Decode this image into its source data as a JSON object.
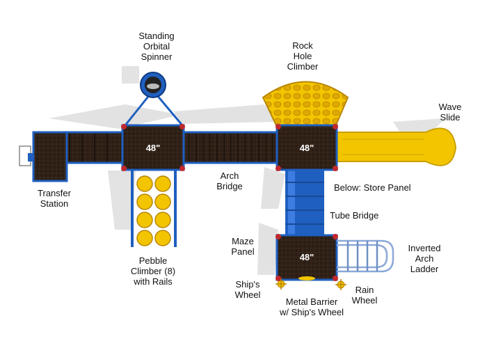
{
  "deck_height_label": "48\"",
  "labels": {
    "spinner": "Standing\nOrbital\nSpinner",
    "rock_climber": "Rock\nHole\nClimber",
    "wave_slide": "Wave\nSlide",
    "transfer_station": "Transfer\nStation",
    "arch_bridge": "Arch\nBridge",
    "store_panel": "Below: Store Panel",
    "tube_bridge": "Tube Bridge",
    "maze_panel": "Maze\nPanel",
    "inverted_ladder": "Inverted\nArch\nLadder",
    "pebble_climber": "Pebble\nClimber (8)\nwith Rails",
    "ships_wheel": "Ship's\nWheel",
    "metal_barrier": "Metal Barrier\nw/ Ship's Wheel",
    "rain_wheel": "Rain\nWheel"
  },
  "colors": {
    "deck": "#2b1d14",
    "frame_blue": "#1f5fbf",
    "yellow": "#f3c500",
    "clamp_red": "#c0282d",
    "shadow": "#d9d9d9"
  }
}
